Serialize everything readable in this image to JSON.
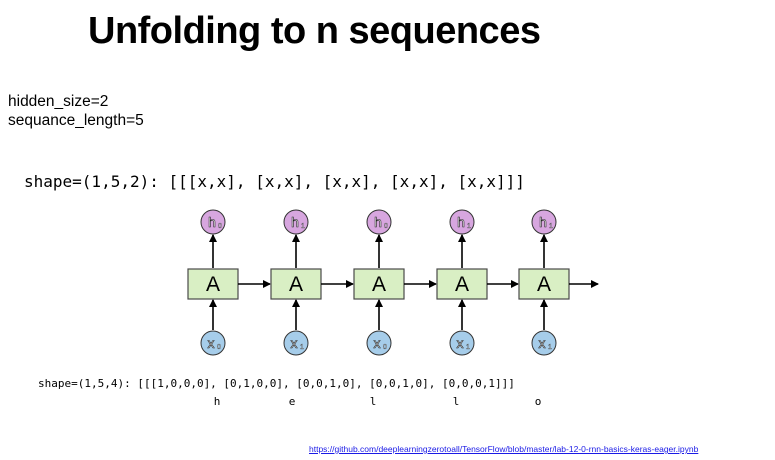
{
  "title": "Unfolding to n sequences",
  "params": [
    "hidden_size=2",
    "sequance_length=5"
  ],
  "output_shape_text": "shape=(1,5,2): [[[x,x], [x,x], [x,x], [x,x], [x,x]]]",
  "input_shape_text": "shape=(1,5,4): [[[1,0,0,0], [0,1,0,0], [0,0,1,0], [0,0,1,0], [0,0,0,1]]]",
  "input_chars": [
    "h",
    "e",
    "l",
    "l",
    "o"
  ],
  "cell_label": "A",
  "steps": [
    {
      "output": "h",
      "output_sub": "0",
      "input": "x",
      "input_sub": "0"
    },
    {
      "output": "h",
      "output_sub": "1",
      "input": "x",
      "input_sub": "1"
    },
    {
      "output": "h",
      "output_sub": "0",
      "input": "x",
      "input_sub": "0"
    },
    {
      "output": "h",
      "output_sub": "1",
      "input": "x",
      "input_sub": "1"
    },
    {
      "output": "h",
      "output_sub": "1",
      "input": "x",
      "input_sub": "1"
    }
  ],
  "colors": {
    "cell_fill": "#d9efc4",
    "cell_stroke": "#4a4a4a",
    "output_fill": "#d7a6df",
    "input_fill": "#a6cdea",
    "link": "#1a1ae6"
  },
  "link_text": "https://github.com/deeplearningzerotoall/TensorFlow/blob/master/lab-12-0-rnn-basics-keras-eager.ipynb"
}
